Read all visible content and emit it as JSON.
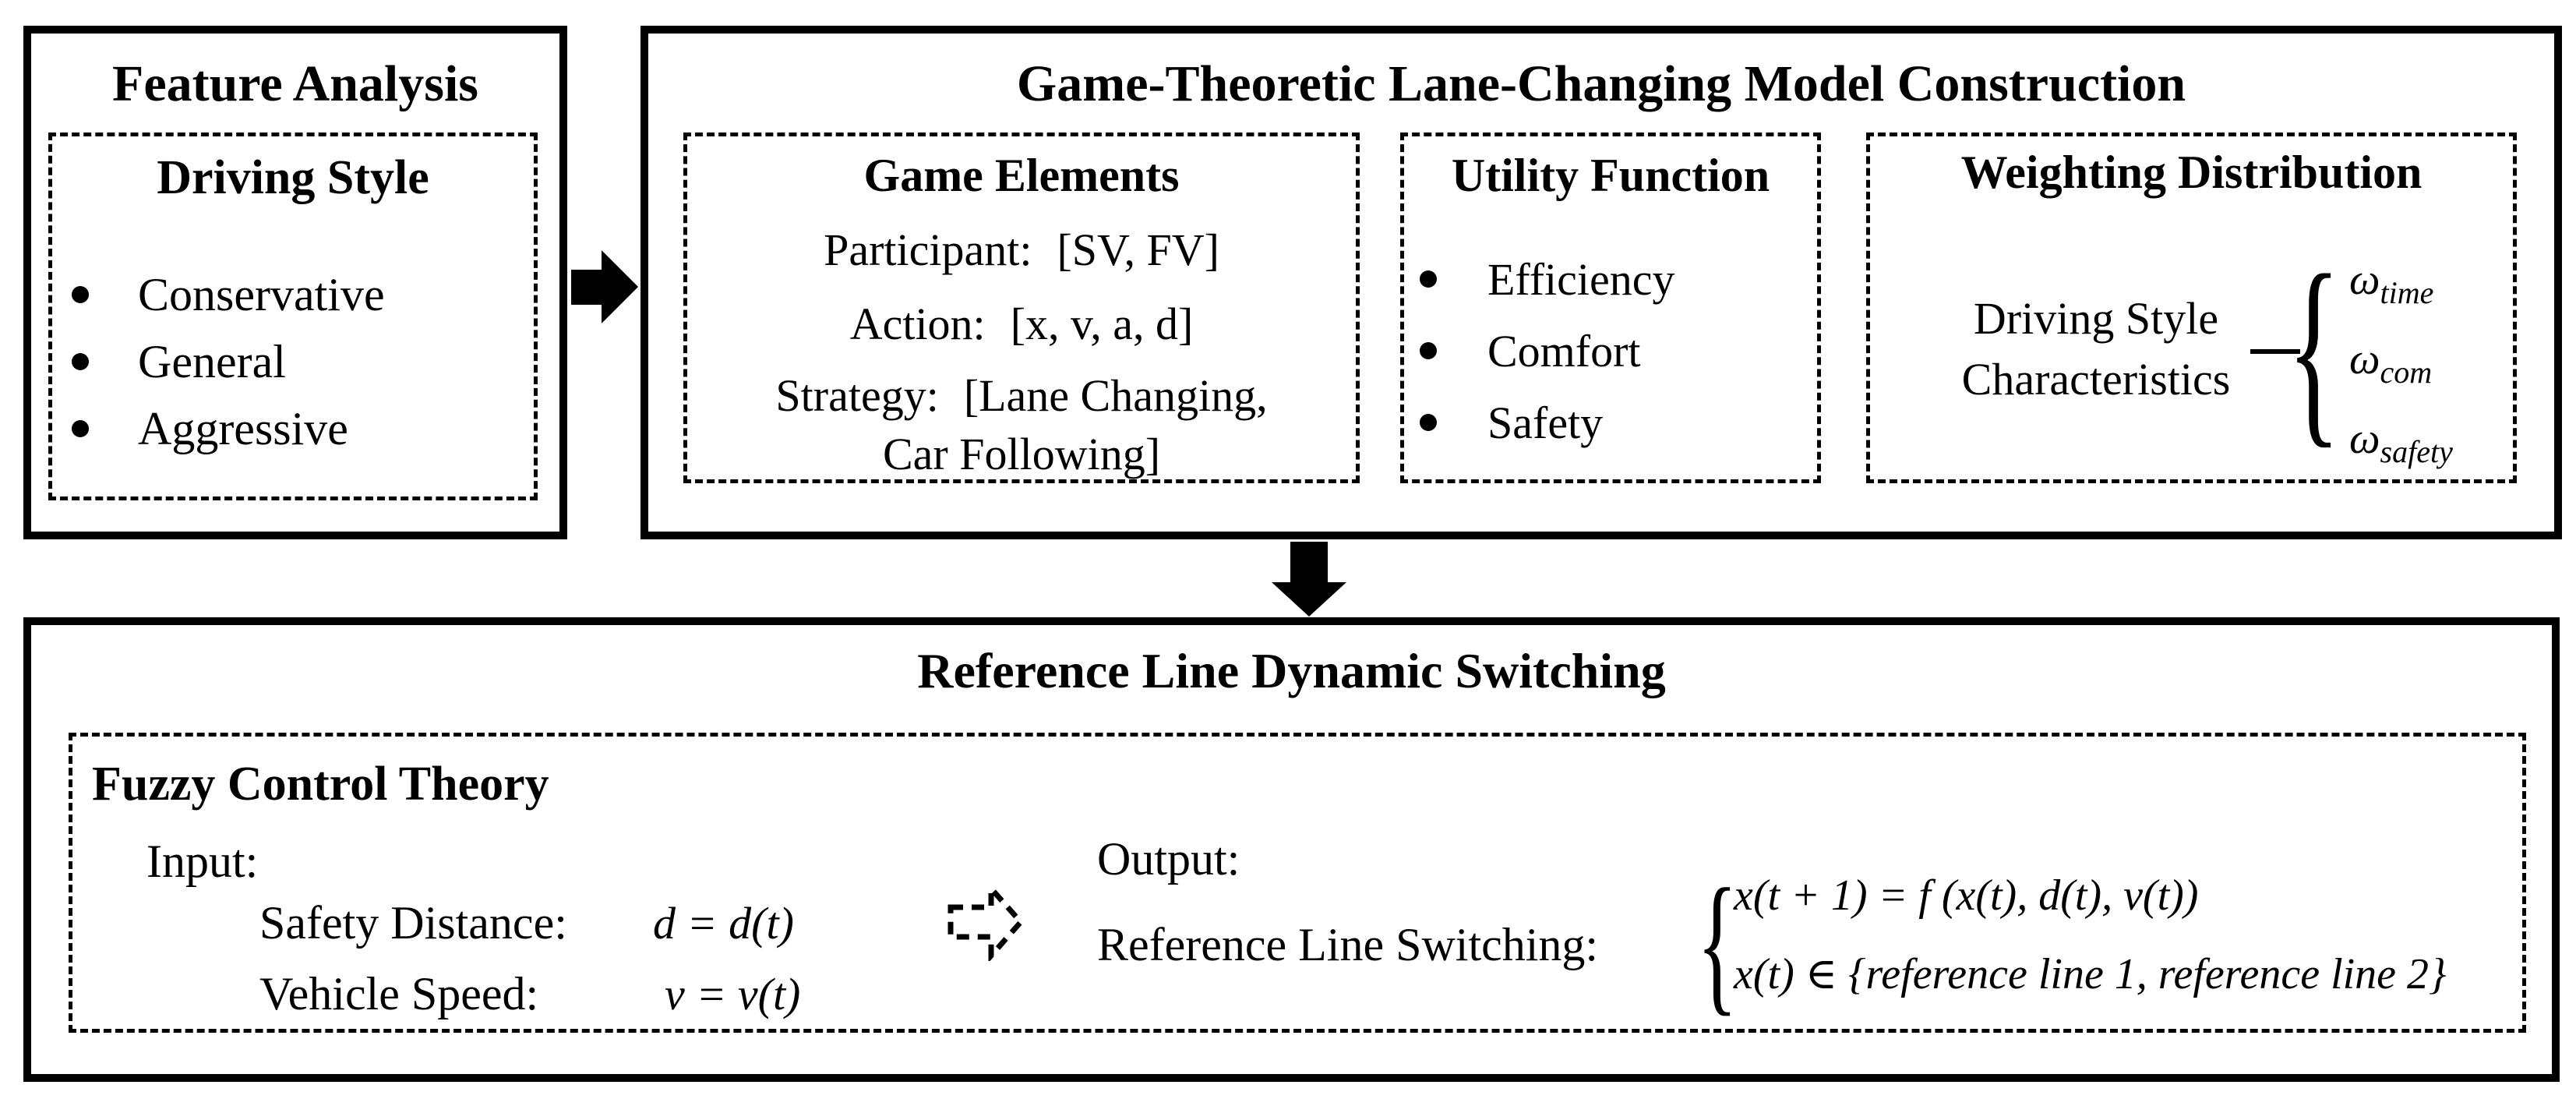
{
  "feature_analysis": {
    "title": "Feature Analysis",
    "driving_style": {
      "title": "Driving Style",
      "items": [
        "Conservative",
        "General",
        "Aggressive"
      ]
    }
  },
  "model_construction": {
    "title": "Game-Theoretic Lane-Changing Model Construction",
    "game_elements": {
      "title": "Game Elements",
      "participant_label": "Participant:",
      "participant_value": "[SV, FV]",
      "action_label": "Action:",
      "action_value": "[x, v, a, d]",
      "strategy_label": "Strategy:",
      "strategy_value": "[Lane Changing,",
      "strategy_value_cont": "Car Following]"
    },
    "utility_function": {
      "title": "Utility Function",
      "items": [
        "Efficiency",
        "Comfort",
        "Safety"
      ]
    },
    "weighting_distribution": {
      "title": "Weighting Distribution",
      "source_line1": "Driving Style",
      "source_line2": "Characteristics",
      "brace": "{",
      "weights": [
        {
          "symbol": "ω",
          "subscript": "time"
        },
        {
          "symbol": "ω",
          "subscript": "com"
        },
        {
          "symbol": "ω",
          "subscript": "safety"
        }
      ]
    }
  },
  "reference_line_switching": {
    "title": "Reference Line Dynamic Switching",
    "fuzzy_control": {
      "title": "Fuzzy Control Theory",
      "input_label": "Input:",
      "inputs": [
        {
          "label": "Safety Distance:",
          "formula": "d = d(t)"
        },
        {
          "label": "Vehicle Speed:",
          "formula": "v = v(t)"
        }
      ],
      "output_label": "Output:",
      "output_name": "Reference Line Switching:",
      "brace": "{",
      "equations": [
        "x(t + 1) = f (x(t), d(t), v(t))",
        "x(t) ∈ {reference line 1, reference line 2}"
      ]
    }
  }
}
